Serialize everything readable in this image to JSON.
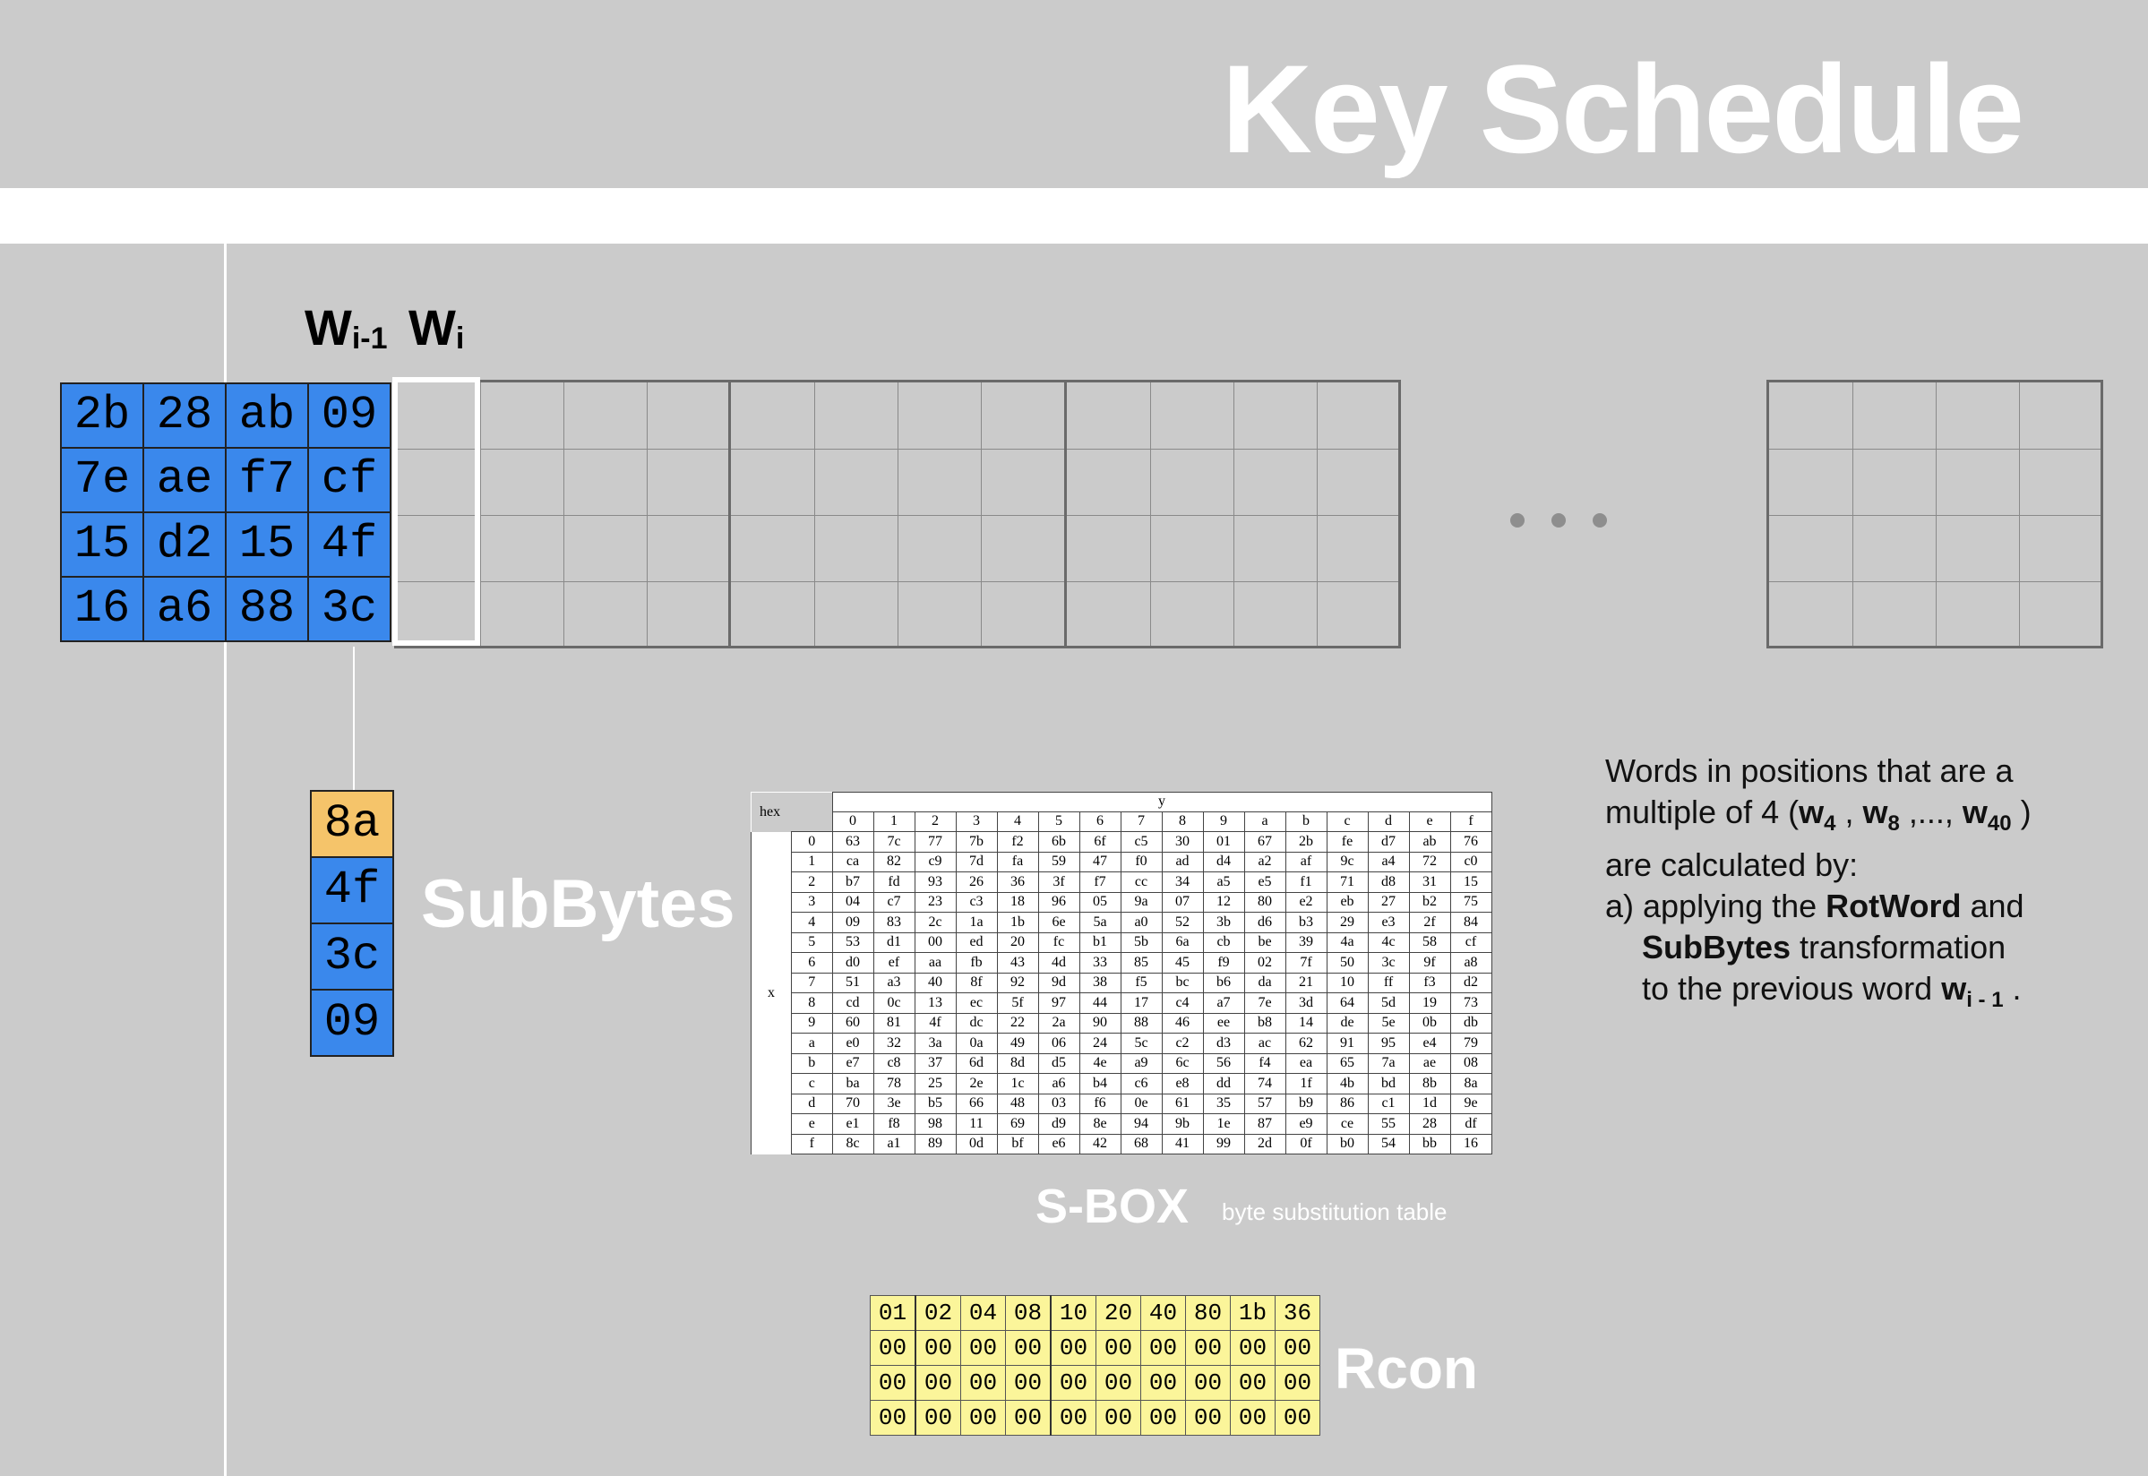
{
  "title": "Key Schedule",
  "labels": {
    "w_prev_base": "W",
    "w_prev_sub": "i-1",
    "w_cur_base": "W",
    "w_cur_sub": "i",
    "subbytes": "SubBytes",
    "sbox": "S-BOX",
    "sbox_caption": "byte substitution table",
    "rcon": "Rcon",
    "ellipsis": "..."
  },
  "key_grid": [
    [
      "2b",
      "28",
      "ab",
      "09"
    ],
    [
      "7e",
      "ae",
      "f7",
      "cf"
    ],
    [
      "15",
      "d2",
      "15",
      "4f"
    ],
    [
      "16",
      "a6",
      "88",
      "3c"
    ]
  ],
  "subbytes_column": [
    "8a",
    "4f",
    "3c",
    "09"
  ],
  "colors": {
    "key_cell": "#3a88ec",
    "subbyte_highlight": "#f5c46a",
    "rcon_cell": "#fbf59a",
    "background": "#cbcbcb"
  },
  "sbox": {
    "hex_label": "hex",
    "x_label": "x",
    "y_label": "y",
    "col_headers": [
      "0",
      "1",
      "2",
      "3",
      "4",
      "5",
      "6",
      "7",
      "8",
      "9",
      "a",
      "b",
      "c",
      "d",
      "e",
      "f"
    ],
    "row_headers": [
      "0",
      "1",
      "2",
      "3",
      "4",
      "5",
      "6",
      "7",
      "8",
      "9",
      "a",
      "b",
      "c",
      "d",
      "e",
      "f"
    ],
    "rows": [
      [
        "63",
        "7c",
        "77",
        "7b",
        "f2",
        "6b",
        "6f",
        "c5",
        "30",
        "01",
        "67",
        "2b",
        "fe",
        "d7",
        "ab",
        "76"
      ],
      [
        "ca",
        "82",
        "c9",
        "7d",
        "fa",
        "59",
        "47",
        "f0",
        "ad",
        "d4",
        "a2",
        "af",
        "9c",
        "a4",
        "72",
        "c0"
      ],
      [
        "b7",
        "fd",
        "93",
        "26",
        "36",
        "3f",
        "f7",
        "cc",
        "34",
        "a5",
        "e5",
        "f1",
        "71",
        "d8",
        "31",
        "15"
      ],
      [
        "04",
        "c7",
        "23",
        "c3",
        "18",
        "96",
        "05",
        "9a",
        "07",
        "12",
        "80",
        "e2",
        "eb",
        "27",
        "b2",
        "75"
      ],
      [
        "09",
        "83",
        "2c",
        "1a",
        "1b",
        "6e",
        "5a",
        "a0",
        "52",
        "3b",
        "d6",
        "b3",
        "29",
        "e3",
        "2f",
        "84"
      ],
      [
        "53",
        "d1",
        "00",
        "ed",
        "20",
        "fc",
        "b1",
        "5b",
        "6a",
        "cb",
        "be",
        "39",
        "4a",
        "4c",
        "58",
        "cf"
      ],
      [
        "d0",
        "ef",
        "aa",
        "fb",
        "43",
        "4d",
        "33",
        "85",
        "45",
        "f9",
        "02",
        "7f",
        "50",
        "3c",
        "9f",
        "a8"
      ],
      [
        "51",
        "a3",
        "40",
        "8f",
        "92",
        "9d",
        "38",
        "f5",
        "bc",
        "b6",
        "da",
        "21",
        "10",
        "ff",
        "f3",
        "d2"
      ],
      [
        "cd",
        "0c",
        "13",
        "ec",
        "5f",
        "97",
        "44",
        "17",
        "c4",
        "a7",
        "7e",
        "3d",
        "64",
        "5d",
        "19",
        "73"
      ],
      [
        "60",
        "81",
        "4f",
        "dc",
        "22",
        "2a",
        "90",
        "88",
        "46",
        "ee",
        "b8",
        "14",
        "de",
        "5e",
        "0b",
        "db"
      ],
      [
        "e0",
        "32",
        "3a",
        "0a",
        "49",
        "06",
        "24",
        "5c",
        "c2",
        "d3",
        "ac",
        "62",
        "91",
        "95",
        "e4",
        "79"
      ],
      [
        "e7",
        "c8",
        "37",
        "6d",
        "8d",
        "d5",
        "4e",
        "a9",
        "6c",
        "56",
        "f4",
        "ea",
        "65",
        "7a",
        "ae",
        "08"
      ],
      [
        "ba",
        "78",
        "25",
        "2e",
        "1c",
        "a6",
        "b4",
        "c6",
        "e8",
        "dd",
        "74",
        "1f",
        "4b",
        "bd",
        "8b",
        "8a"
      ],
      [
        "70",
        "3e",
        "b5",
        "66",
        "48",
        "03",
        "f6",
        "0e",
        "61",
        "35",
        "57",
        "b9",
        "86",
        "c1",
        "1d",
        "9e"
      ],
      [
        "e1",
        "f8",
        "98",
        "11",
        "69",
        "d9",
        "8e",
        "94",
        "9b",
        "1e",
        "87",
        "e9",
        "ce",
        "55",
        "28",
        "df"
      ],
      [
        "8c",
        "a1",
        "89",
        "0d",
        "bf",
        "e6",
        "42",
        "68",
        "41",
        "99",
        "2d",
        "0f",
        "b0",
        "54",
        "bb",
        "16"
      ]
    ]
  },
  "rcon": [
    [
      "01",
      "02",
      "04",
      "08",
      "10",
      "20",
      "40",
      "80",
      "1b",
      "36"
    ],
    [
      "00",
      "00",
      "00",
      "00",
      "00",
      "00",
      "00",
      "00",
      "00",
      "00"
    ],
    [
      "00",
      "00",
      "00",
      "00",
      "00",
      "00",
      "00",
      "00",
      "00",
      "00"
    ],
    [
      "00",
      "00",
      "00",
      "00",
      "00",
      "00",
      "00",
      "00",
      "00",
      "00"
    ]
  ],
  "description": {
    "line1": "Words in positions that are a",
    "line2_pre": "multiple of 4 (",
    "w4": "w",
    "w4_sub": "4",
    "sep1": " , ",
    "w8": "w",
    "w8_sub": "8",
    "sep2": " ,..., ",
    "w40": "w",
    "w40_sub": "40",
    "line2_post": " )",
    "line3": "are calculated by:",
    "line4_pre": "a) applying the ",
    "rotword": "RotWord",
    "line4_post": " and",
    "subbytes": "SubBytes",
    "line5_post": " transformation",
    "line6_pre": "to the previous word ",
    "wprev": "w",
    "wprev_sub": "i - 1",
    "line6_post": " ."
  }
}
